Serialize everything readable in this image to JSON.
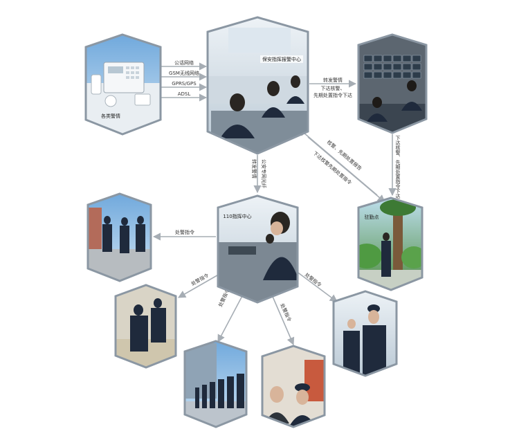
{
  "nodes": {
    "alarm": {
      "label": "各类警情"
    },
    "command_center": {
      "label": "保安指挥报警中心"
    },
    "monitor": {
      "label": ""
    },
    "center_110": {
      "label": "110指挥中心"
    },
    "station": {
      "label": "驻勤点"
    },
    "patrol": {
      "label": ""
    },
    "squad": {
      "label": ""
    },
    "march": {
      "label": ""
    },
    "officers": {
      "label": ""
    },
    "guards": {
      "label": ""
    }
  },
  "edges": {
    "network_public": "公话网络",
    "network_gsm": "GSM无线网络",
    "network_gprs": "GPRS/GPS",
    "network_adsl": "ADSL",
    "forward_alarm": "转发警情",
    "dispatch_right_1": "下达核警、",
    "dispatch_right_2": "先期处置指令下达",
    "dispatch_down": "下达核警、先期处置指令下达",
    "feedback_up": "核警、先期处置报告",
    "feedback_down": "下达核警先期处置指令",
    "forward_110_a": "转发警情",
    "forward_110_b": "公安专网光纤",
    "dispatch_1": "处警指令",
    "dispatch_2": "处警指令",
    "dispatch_3": "处警指令",
    "dispatch_4": "处警指令",
    "dispatch_5": "处警指令"
  },
  "colors": {
    "frame": "#8b97a3",
    "arrow": "#a6adb4",
    "sky": "#7fb3e0",
    "uniform": "#1f2a3c"
  }
}
